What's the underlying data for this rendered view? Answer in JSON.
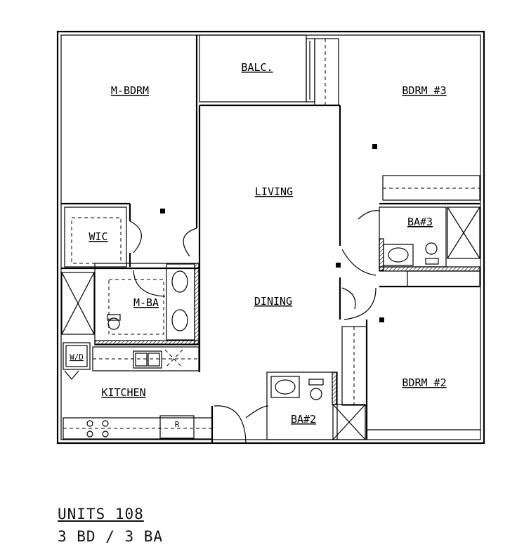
{
  "rooms": {
    "master_bedroom": "M-BDRM",
    "balcony": "BALC.",
    "bedroom_3": "BDRM #3",
    "living": "LIVING",
    "walk_in_closet": "WIC",
    "bath_3": "BA#3",
    "master_bath": "M-BA",
    "dining": "DINING",
    "washer_dryer": "W/D",
    "kitchen": "KITCHEN",
    "bedroom_2": "BDRM #2",
    "bath_2": "BA#2",
    "refrigerator": "R"
  },
  "caption": {
    "units": "UNITS 108",
    "beds_baths": "3 BD / 3 BA"
  }
}
